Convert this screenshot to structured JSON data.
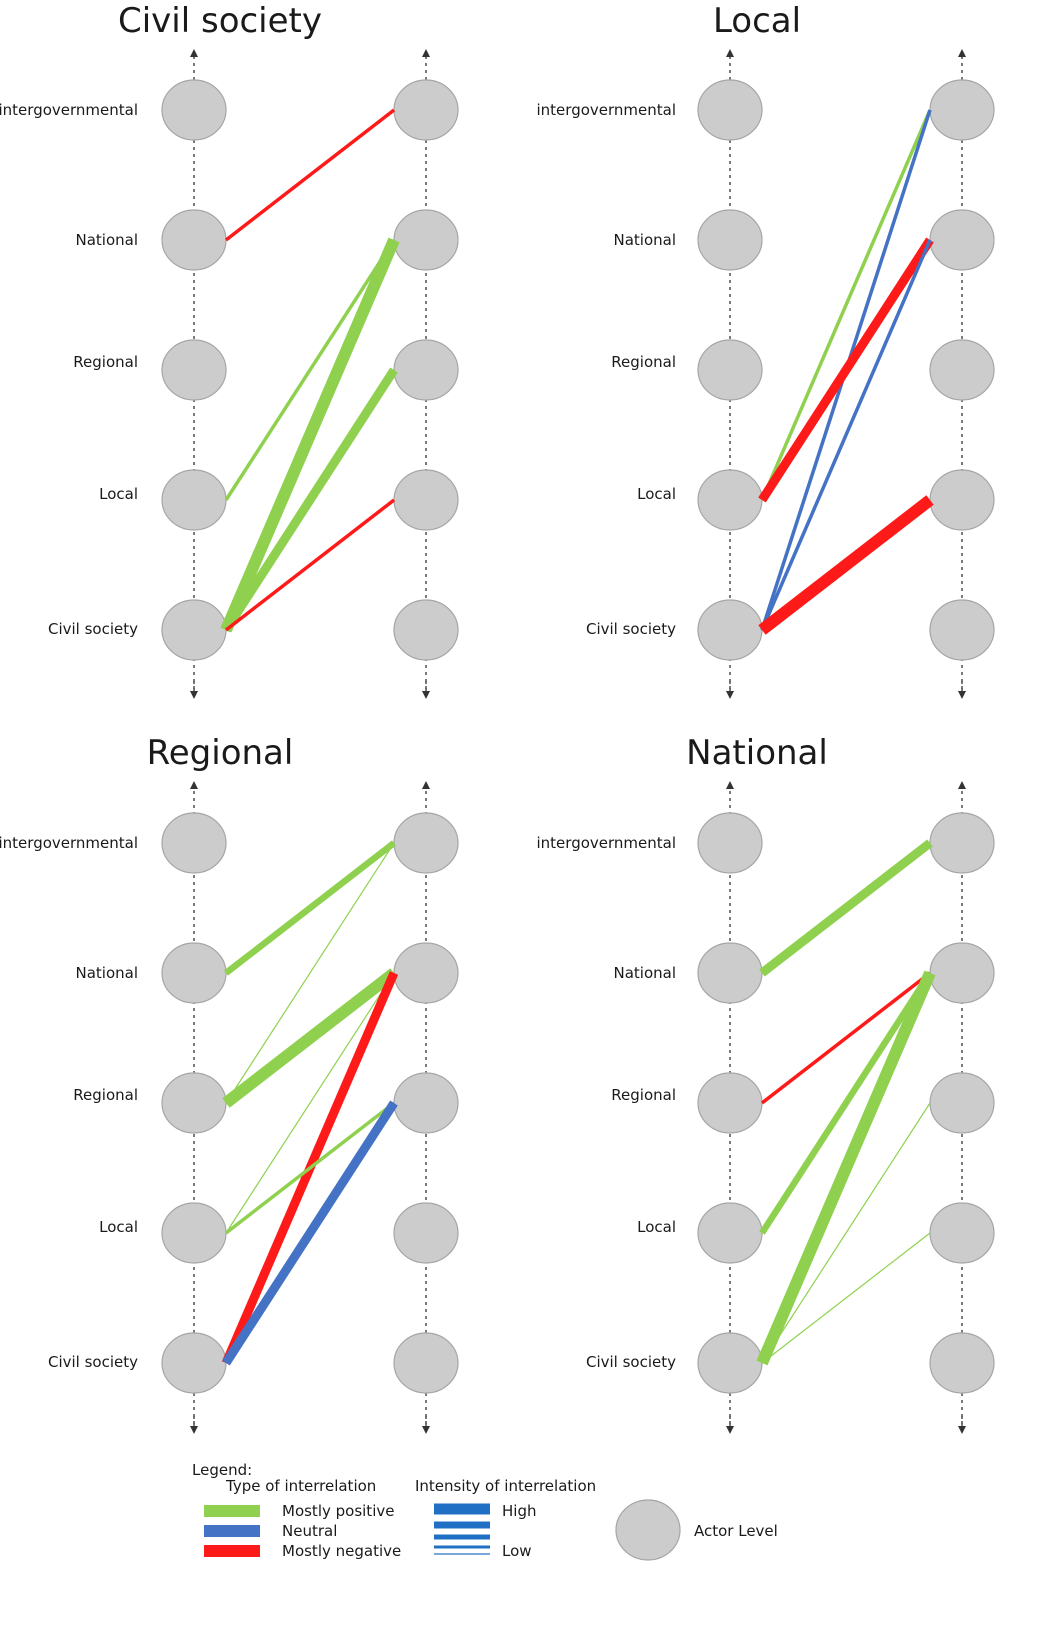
{
  "levels": [
    "intergovernmental",
    "National",
    "Regional",
    "Local",
    "Civil society"
  ],
  "colors": {
    "positive": "#8fd14f",
    "neutral": "#4472c4",
    "negative": "#ff1a1a",
    "node_fill": "#cccccc",
    "node_stroke": "#a6a6a6",
    "intensity_blue": "#1f6fc5"
  },
  "panels": [
    {
      "title": "Civil society",
      "links": [
        {
          "from": "National",
          "to": "intergovernmental",
          "type": "negative",
          "intensity": 2
        },
        {
          "from": "Local",
          "to": "National",
          "type": "positive",
          "intensity": 2
        },
        {
          "from": "Civil society",
          "to": "National",
          "type": "positive",
          "intensity": 5
        },
        {
          "from": "Civil society",
          "to": "Regional",
          "type": "positive",
          "intensity": 4
        },
        {
          "from": "Civil society",
          "to": "Local",
          "type": "negative",
          "intensity": 2
        }
      ]
    },
    {
      "title": "Local",
      "links": [
        {
          "from": "Local",
          "to": "intergovernmental",
          "type": "positive",
          "intensity": 2
        },
        {
          "from": "Civil society",
          "to": "intergovernmental",
          "type": "neutral",
          "intensity": 2
        },
        {
          "from": "Local",
          "to": "National",
          "type": "negative",
          "intensity": 4
        },
        {
          "from": "Civil society",
          "to": "National",
          "type": "neutral",
          "intensity": 2
        },
        {
          "from": "Civil society",
          "to": "Local",
          "type": "negative",
          "intensity": 5
        }
      ]
    },
    {
      "title": "Regional",
      "links": [
        {
          "from": "National",
          "to": "intergovernmental",
          "type": "positive",
          "intensity": 3
        },
        {
          "from": "Regional",
          "to": "intergovernmental",
          "type": "positive",
          "intensity": 1
        },
        {
          "from": "Regional",
          "to": "National",
          "type": "positive",
          "intensity": 5
        },
        {
          "from": "Local",
          "to": "National",
          "type": "positive",
          "intensity": 1
        },
        {
          "from": "Civil society",
          "to": "National",
          "type": "negative",
          "intensity": 4
        },
        {
          "from": "Local",
          "to": "Regional",
          "type": "positive",
          "intensity": 2
        },
        {
          "from": "Civil society",
          "to": "Regional",
          "type": "neutral",
          "intensity": 4
        }
      ]
    },
    {
      "title": "National",
      "links": [
        {
          "from": "National",
          "to": "intergovernmental",
          "type": "positive",
          "intensity": 4
        },
        {
          "from": "Regional",
          "to": "National",
          "type": "negative",
          "intensity": 2
        },
        {
          "from": "Local",
          "to": "National",
          "type": "positive",
          "intensity": 3
        },
        {
          "from": "Civil society",
          "to": "National",
          "type": "positive",
          "intensity": 5
        },
        {
          "from": "Civil society",
          "to": "Regional",
          "type": "positive",
          "intensity": 1
        },
        {
          "from": "Civil society",
          "to": "Local",
          "type": "positive",
          "intensity": 1
        }
      ]
    }
  ],
  "legend": {
    "heading": "Legend:",
    "type_heading": "Type of interrelation",
    "types": [
      {
        "key": "positive",
        "label": "Mostly positive"
      },
      {
        "key": "neutral",
        "label": "Neutral"
      },
      {
        "key": "negative",
        "label": "Mostly negative"
      }
    ],
    "intensity_heading": "Intensity of interrelation",
    "intensity_high": "High",
    "intensity_low": "Low",
    "actor_label": "Actor Level"
  }
}
